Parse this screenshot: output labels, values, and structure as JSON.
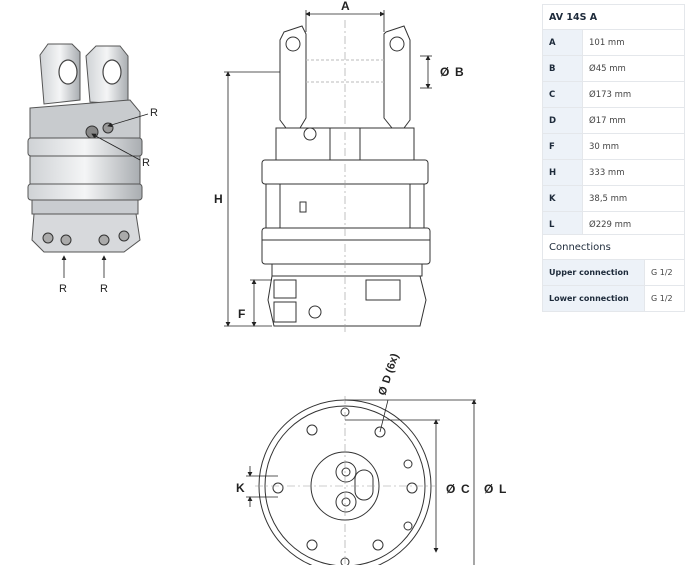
{
  "spec_table": {
    "title": "AV 14S A",
    "rows": [
      {
        "key": "A",
        "value": "101 mm"
      },
      {
        "key": "B",
        "value": "Ø45 mm"
      },
      {
        "key": "C",
        "value": "Ø173 mm"
      },
      {
        "key": "D",
        "value": "Ø17 mm"
      },
      {
        "key": "F",
        "value": "30 mm"
      },
      {
        "key": "H",
        "value": "333 mm"
      },
      {
        "key": "K",
        "value": "38,5 mm"
      },
      {
        "key": "L",
        "value": "Ø229 mm"
      }
    ]
  },
  "connections_table": {
    "title": "Connections",
    "rows": [
      {
        "key": "Upper connection",
        "value": "G 1/2"
      },
      {
        "key": "Lower connection",
        "value": "G 1/2"
      }
    ]
  },
  "drawing_labels": {
    "dim_a": "A",
    "dim_b": "B",
    "dim_h": "H",
    "dim_f": "F",
    "dim_k": "K",
    "dim_c": "C",
    "dim_l": "L",
    "dim_d": "D (6x)",
    "diameter_symbol": "Ø",
    "port_r": "R"
  }
}
